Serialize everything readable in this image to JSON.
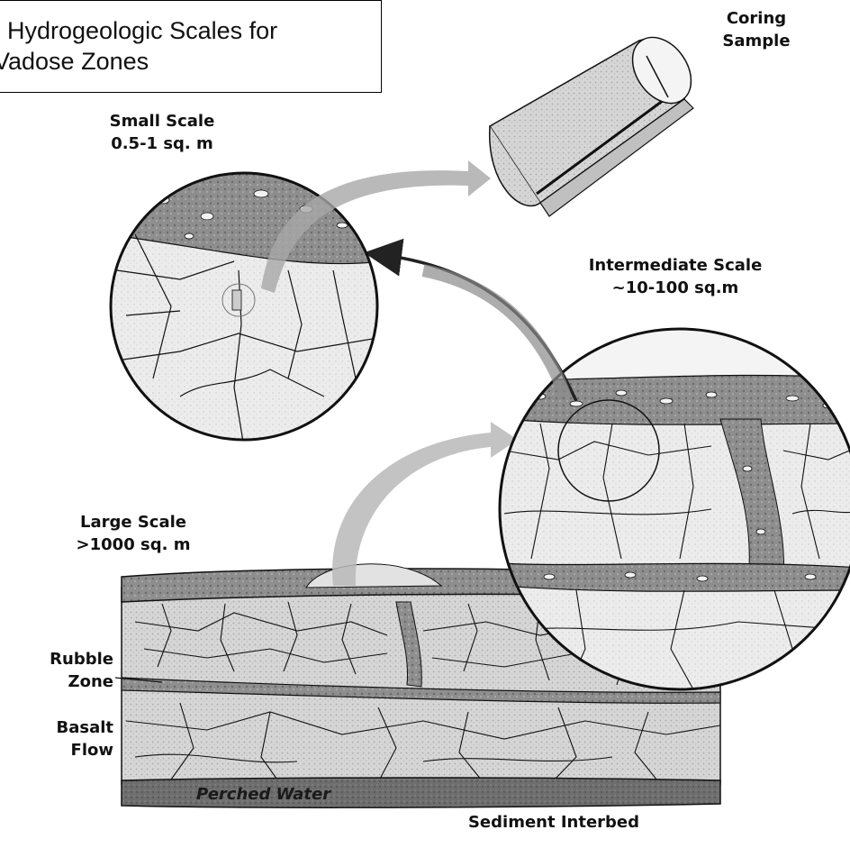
{
  "title": {
    "line1": ". Hydrogeologic Scales for",
    "line2": "Vadose Zones"
  },
  "labels": {
    "coring_sample": {
      "line1": "Coring",
      "line2": "Sample"
    },
    "small_scale": {
      "line1": "Small Scale",
      "line2": "0.5-1 sq. m"
    },
    "intermediate_scale": {
      "line1": "Intermediate Scale",
      "line2": "~10-100 sq.m"
    },
    "large_scale": {
      "line1": "Large Scale",
      "line2": ">1000 sq. m"
    },
    "rubble_zone": {
      "line1": "Rubble",
      "line2": "Zone"
    },
    "basalt_flow": {
      "line1": "Basalt",
      "line2": "Flow"
    },
    "perched_water": "Perched Water",
    "sediment_interbed": "Sediment Interbed"
  },
  "colors": {
    "rubble": "#8c8c8c",
    "basalt": "#d4d4d4",
    "basalt_light": "#e9e9e9",
    "sediment": "#6b6b6b",
    "arrow": "#9a9a9a",
    "line": "#111111"
  }
}
